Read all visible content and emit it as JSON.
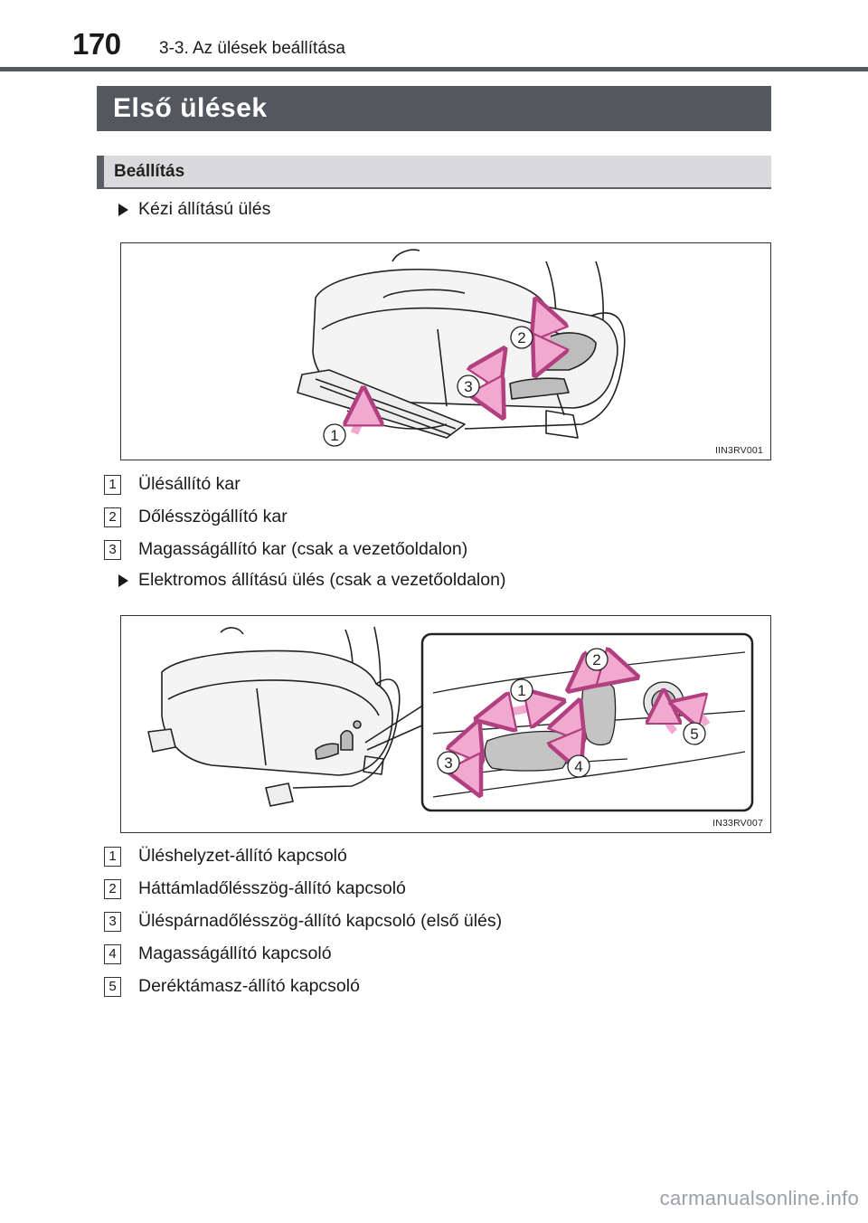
{
  "header": {
    "page_number": "170",
    "running_head": "3-3. Az ülések beállítása"
  },
  "section": {
    "title": "Első ülések"
  },
  "subsection": {
    "title": "Beállítás"
  },
  "manual_seat": {
    "heading": "Kézi állítású ülés",
    "figure_code": "IIN3RV001",
    "callouts": [
      "1",
      "2",
      "3"
    ],
    "items": [
      {
        "num": "1",
        "text": "Ülésállító kar"
      },
      {
        "num": "2",
        "text": "Dőlésszögállító kar"
      },
      {
        "num": "3",
        "text": "Magasságállító kar (csak a vezetőoldalon)"
      }
    ]
  },
  "power_seat": {
    "heading": "Elektromos állítású ülés (csak a vezetőoldalon)",
    "figure_code": "IN33RV007",
    "callouts": [
      "1",
      "2",
      "3",
      "4",
      "5"
    ],
    "items": [
      {
        "num": "1",
        "text": "Üléshelyzet-állító kapcsoló"
      },
      {
        "num": "2",
        "text": "Háttámladőlésszög-állító kapcsoló"
      },
      {
        "num": "3",
        "text": "Üléspárnadőlésszög-állító kapcsoló (első ülés)"
      },
      {
        "num": "4",
        "text": "Magasságállító kapcsoló"
      },
      {
        "num": "5",
        "text": "Deréktámasz-állító kapcsoló"
      }
    ]
  },
  "watermark": "carmanualsonline.info",
  "colors": {
    "arrow_fill": "#f2a9cf",
    "arrow_stroke": "#b0407f",
    "section_bar": "#54575d",
    "sub_bar": "#dadadd"
  }
}
